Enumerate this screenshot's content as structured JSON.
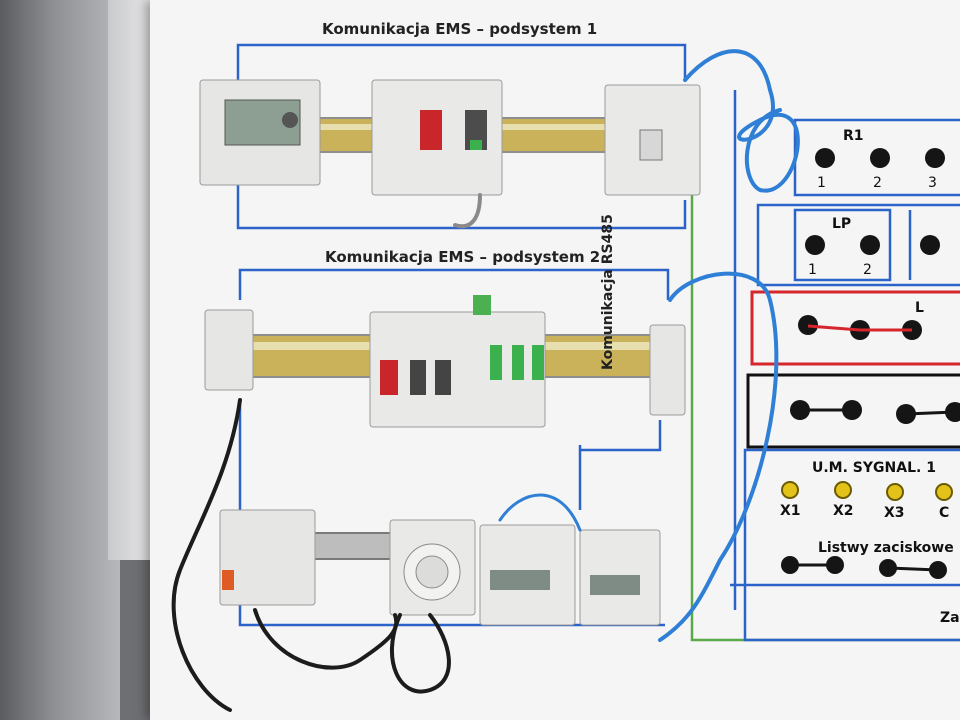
{
  "panel": {
    "title_subsystem_1": "Komunikacja EMS – podsystem 1",
    "title_subsystem_2": "Komunikacja EMS – podsystem 2",
    "vertical_label": "Komunikacja RS485"
  },
  "sockets": {
    "r1": {
      "label": "R1",
      "numbers": [
        "1",
        "2",
        "3"
      ]
    },
    "lp": {
      "label": "LP",
      "numbers": [
        "1",
        "2"
      ]
    },
    "l": {
      "label": "L"
    },
    "um": {
      "label": "U.M. SYGNAL. 1",
      "terminals": [
        "X1",
        "X2",
        "X3",
        "C"
      ]
    },
    "listwy": {
      "label": "Listwy zaciskowe"
    },
    "corner": {
      "label": "Za"
    }
  },
  "colors": {
    "board": "#f4f5f4",
    "bus_line_blue": "#2c63c9",
    "bus_line_green": "#5aa84a",
    "red_frame": "#d6262b",
    "cable_blue": "#2f7fd6",
    "din_rail": "#c9b25a"
  }
}
